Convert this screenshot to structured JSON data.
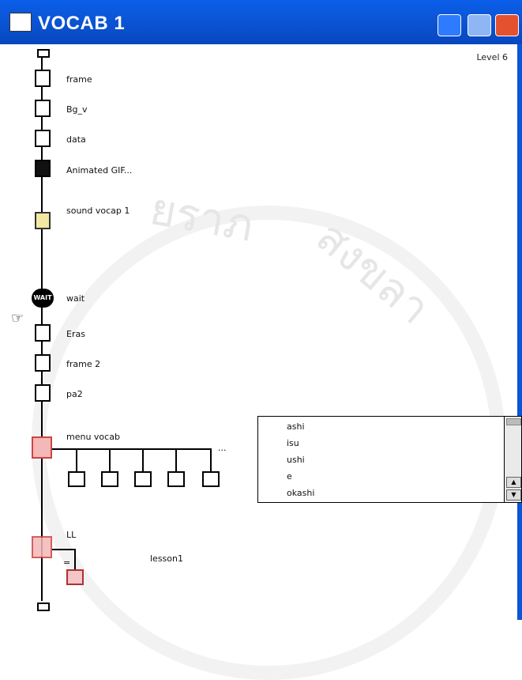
{
  "window": {
    "title": "VOCAB 1"
  },
  "canvas": {
    "level": "Level 6"
  },
  "flow": {
    "items": [
      {
        "label": "frame"
      },
      {
        "label": "Bg_v"
      },
      {
        "label": "data"
      },
      {
        "label": "Animated GIF..."
      },
      {
        "label": "sound vocap 1"
      },
      {
        "label": "wait"
      },
      {
        "label": "Eras"
      },
      {
        "label": "frame 2"
      },
      {
        "label": "pa2"
      },
      {
        "label": "menu vocab"
      },
      {
        "label": "LL"
      }
    ],
    "menu_more": "...",
    "wait_text": "WAIT"
  },
  "branch": {
    "lesson_label": "lesson1",
    "eq": "="
  },
  "list": {
    "items": [
      "ashi",
      "isu",
      "ushi",
      "e",
      "okashi"
    ]
  }
}
